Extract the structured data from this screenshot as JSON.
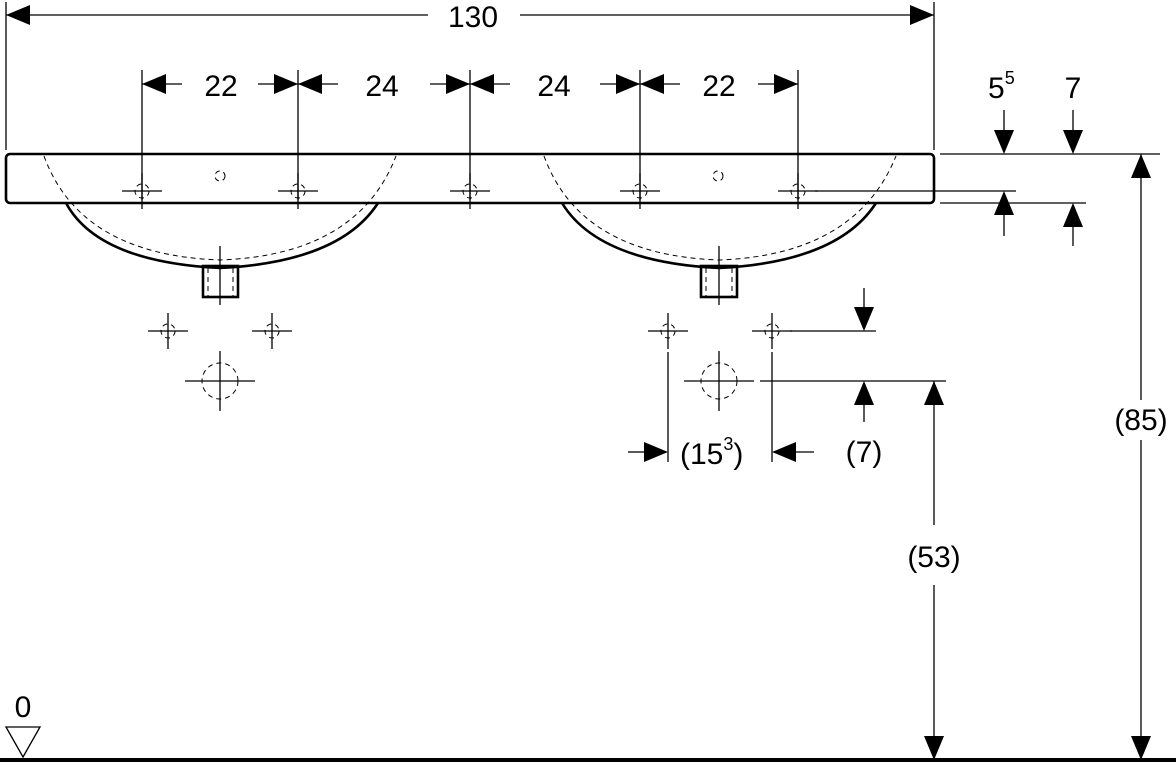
{
  "dimensions": {
    "overall_width": "130",
    "tap_spacing_1": "22",
    "tap_spacing_2": "24",
    "tap_spacing_3": "24",
    "tap_spacing_4": "22",
    "top_thickness_base": "5",
    "top_thickness_sup": "5",
    "edge_offset": "7",
    "fixing_spacing_open": "(15",
    "fixing_spacing_sup": "3",
    "fixing_spacing_close": ")",
    "fixing_offset": "(7)",
    "drain_height": "(53)",
    "total_height": "(85)",
    "floor_level": "0"
  }
}
